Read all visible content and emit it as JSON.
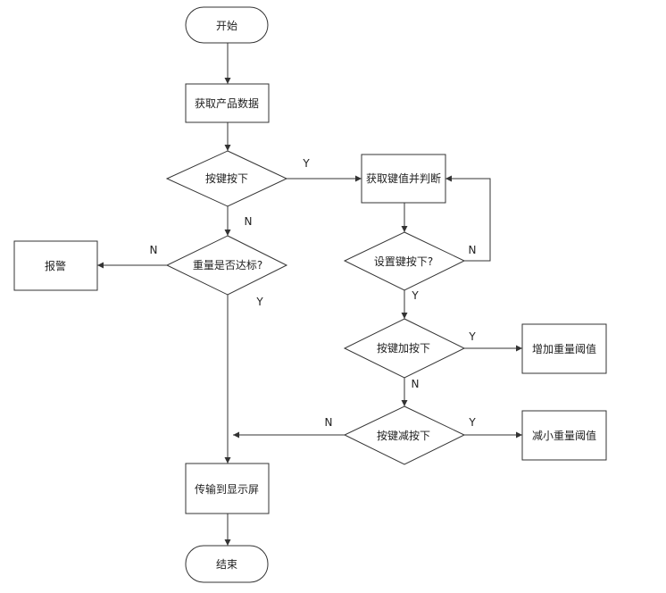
{
  "nodes": {
    "start": "开始",
    "get_data": "获取产品数据",
    "key_pressed": "按键按下",
    "weight_ok": "重量是否达标?",
    "alarm": "报警",
    "get_key": "获取键值并判断",
    "set_key": "设置键按下?",
    "add_key": "按键加按下",
    "inc_threshold": "增加重量阈值",
    "sub_key": "按键减按下",
    "dec_threshold": "减小重量阈值",
    "transmit": "传输到显示屏",
    "end": "结束"
  },
  "labels": {
    "key_yes": "Y",
    "key_no": "N",
    "weight_no": "N",
    "weight_yes": "Y",
    "set_no": "N",
    "set_yes": "Y",
    "add_yes": "Y",
    "add_no": "N",
    "sub_no": "N",
    "sub_yes": "Y"
  },
  "colors": {
    "stroke": "#333333",
    "fill": "#ffffff",
    "text": "#222222"
  }
}
